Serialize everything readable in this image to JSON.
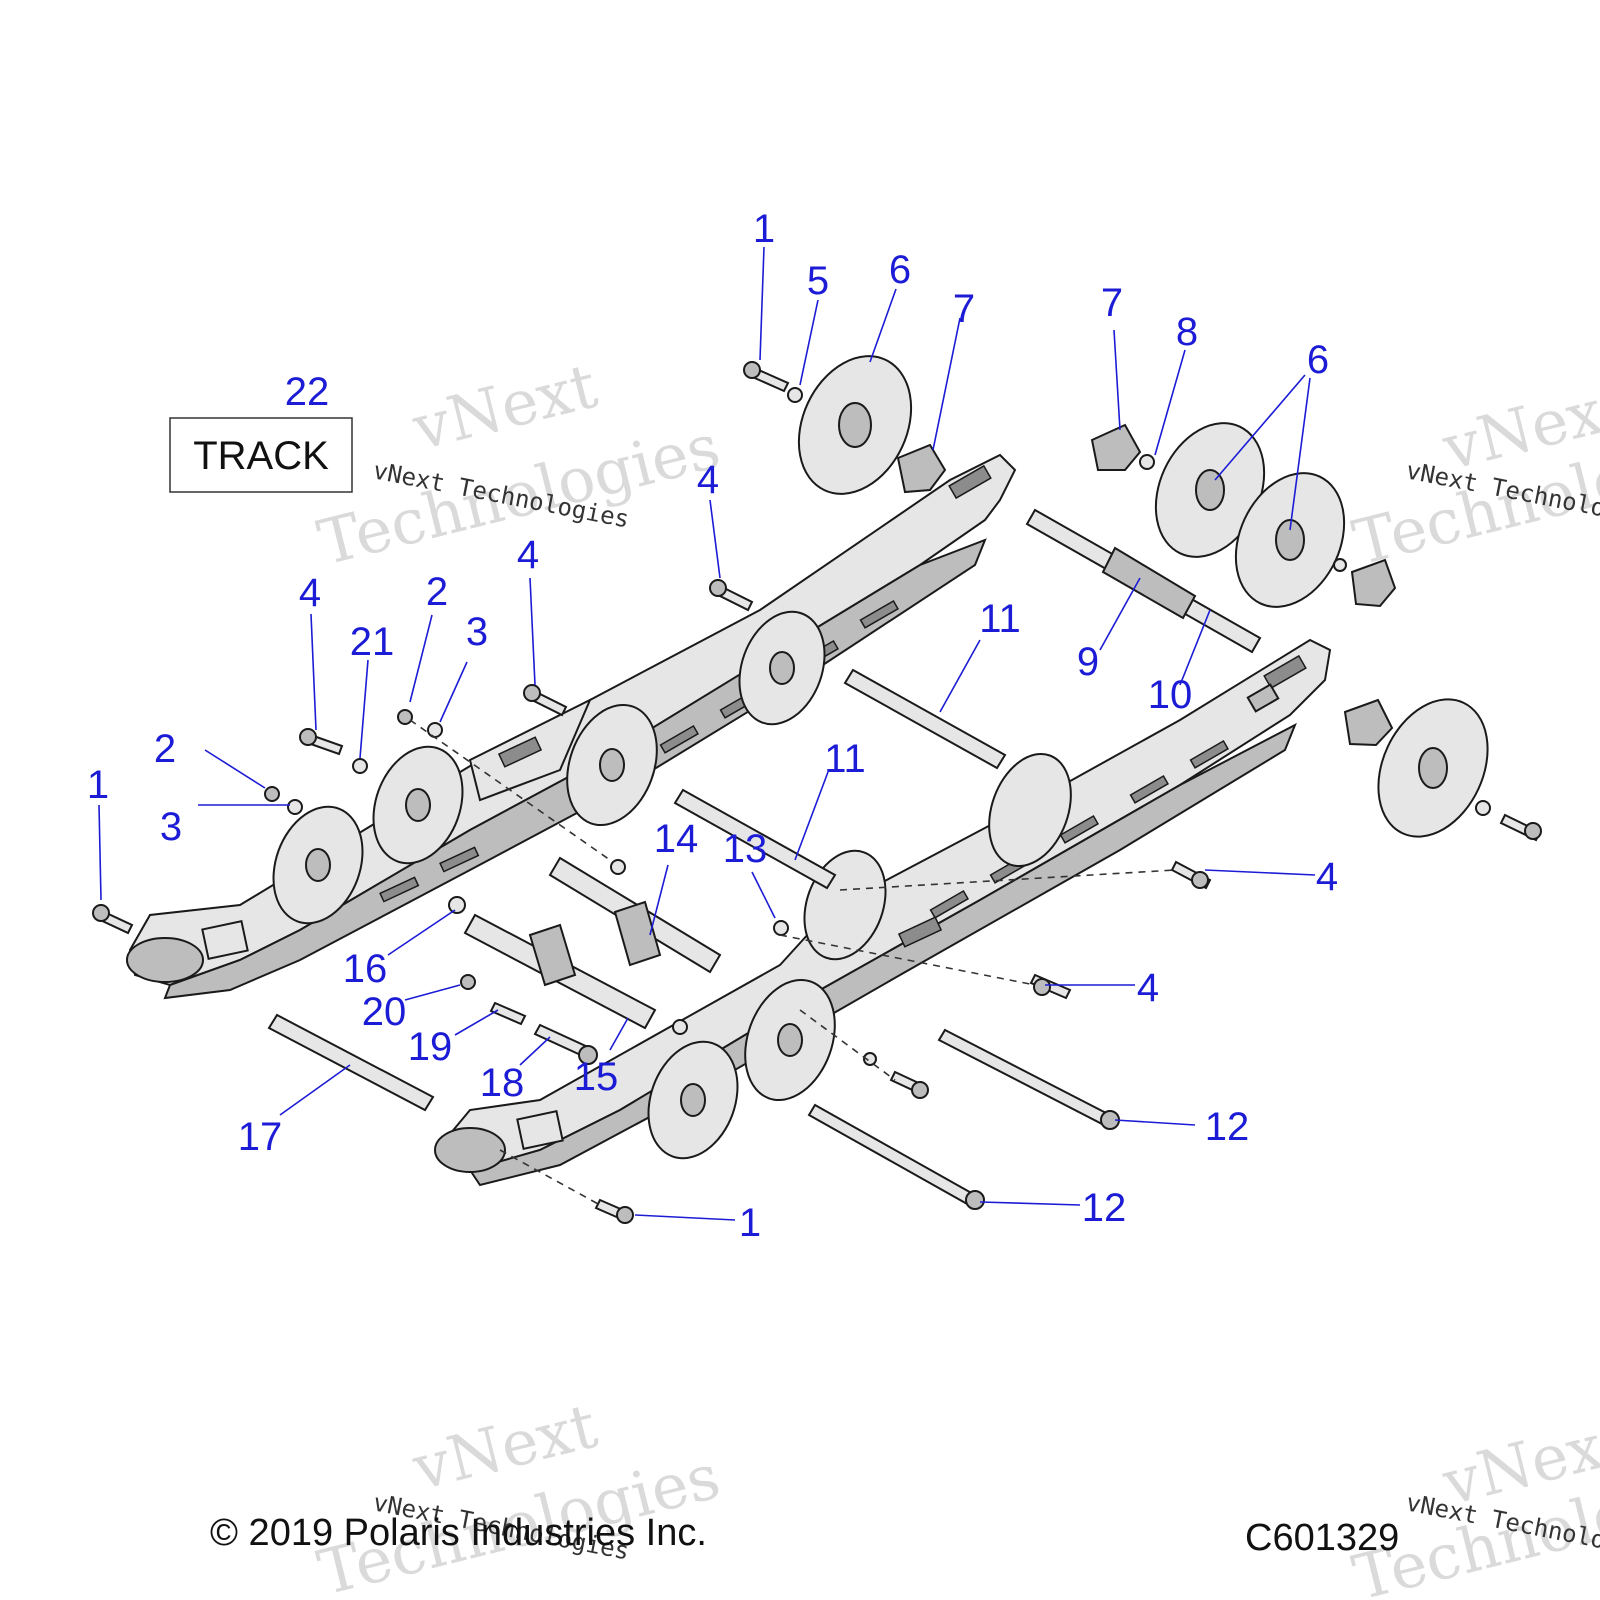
{
  "diagram": {
    "track_box_label": "TRACK",
    "copyright": "© 2019 Polaris Industries Inc.",
    "figure_code": "C601329",
    "watermark_line": "vNext Technologies",
    "watermark_big_1": "vNext",
    "watermark_big_2": "Technologies",
    "callouts": {
      "c1a": "1",
      "c5": "5",
      "c6a": "6",
      "c7a": "7",
      "c7b": "7",
      "c8": "8",
      "c6b": "6",
      "c22": "22",
      "c4a": "4",
      "c4b": "4",
      "c4c": "4",
      "c2a": "2",
      "c21": "21",
      "c3a": "3",
      "c11a": "11",
      "c9": "9",
      "c10": "10",
      "c2b": "2",
      "c1b": "1",
      "c3b": "3",
      "c11b": "11",
      "c14": "14",
      "c13": "13",
      "c4d": "4",
      "c16": "16",
      "c4e": "4",
      "c20": "20",
      "c19": "19",
      "c18": "18",
      "c15": "15",
      "c12a": "12",
      "c17": "17",
      "c12b": "12",
      "c1c": "1"
    }
  }
}
